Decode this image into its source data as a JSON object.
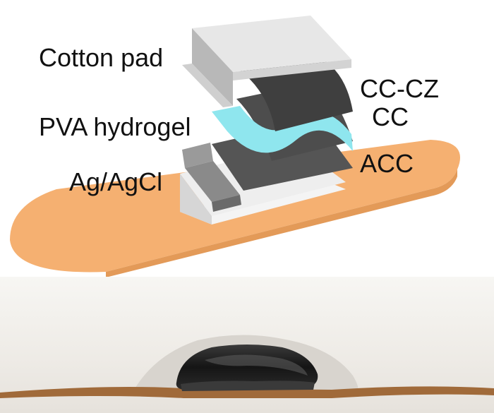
{
  "labels": {
    "cotton_pad": "Cotton pad",
    "pva_hydrogel": "PVA hydrogel",
    "ag_agcl": "Ag/AgCl",
    "cc_cz": "CC-CZ",
    "cc": "CC",
    "acc": "ACC"
  },
  "colors": {
    "bandage": "#f5b071",
    "cotton_pad": "#e7e7e7",
    "carbon_cloth": "#4a4a4a",
    "hydrogel": "#8fe6ee",
    "electrode": "#8a8a8a",
    "photo_background": "#f1efeb",
    "photo_device": "#1c1c1c",
    "photo_band": "#a06a3a"
  }
}
